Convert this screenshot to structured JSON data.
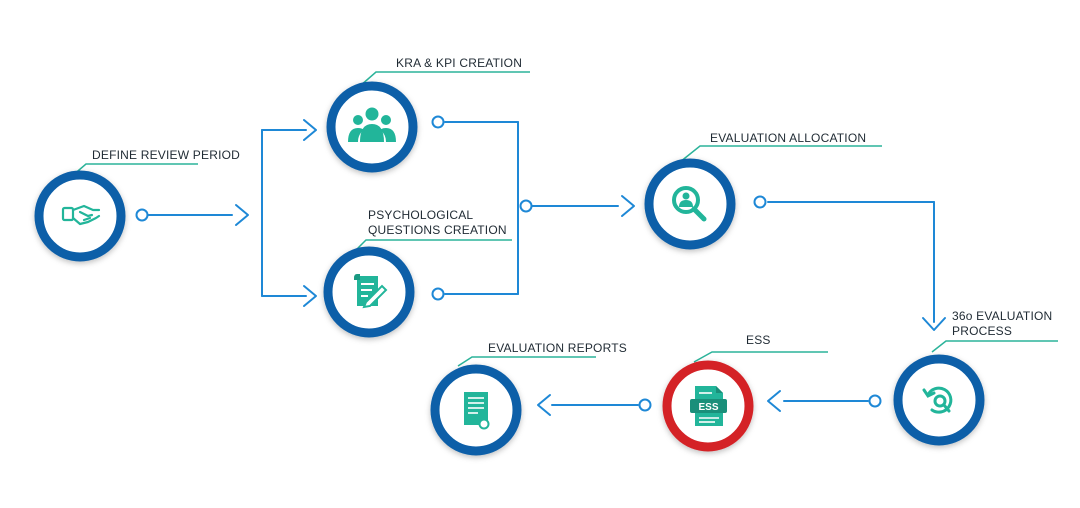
{
  "steps": [
    {
      "id": "define",
      "label": "DEFINE REVIEW PERIOD"
    },
    {
      "id": "kra",
      "label": "KRA & KPI CREATION"
    },
    {
      "id": "psych",
      "label_line1": "PSYCHOLOGICAL",
      "label_line2": "QUESTIONS CREATION"
    },
    {
      "id": "alloc",
      "label": "EVALUATION ALLOCATION"
    },
    {
      "id": "eval360",
      "label_line1": "36o EVALUATION",
      "label_line2": "PROCESS"
    },
    {
      "id": "ess",
      "label": "ESS"
    },
    {
      "id": "reports",
      "label": "EVALUATION REPORTS"
    }
  ],
  "icons": {
    "define": "handshake-icon",
    "kra": "team-icon",
    "psych": "document-pen-icon",
    "alloc": "magnifier-person-icon",
    "eval360": "cycle-icon",
    "ess": "ess-document-icon",
    "reports": "certificate-icon"
  },
  "ess_badge": "ESS",
  "colors": {
    "ring": "#0b5fa8",
    "ring_highlight": "#d42127",
    "icon": "#22b59a",
    "connector": "#1e88d6",
    "underline": "#2bb39a",
    "text": "#1f2a33"
  }
}
